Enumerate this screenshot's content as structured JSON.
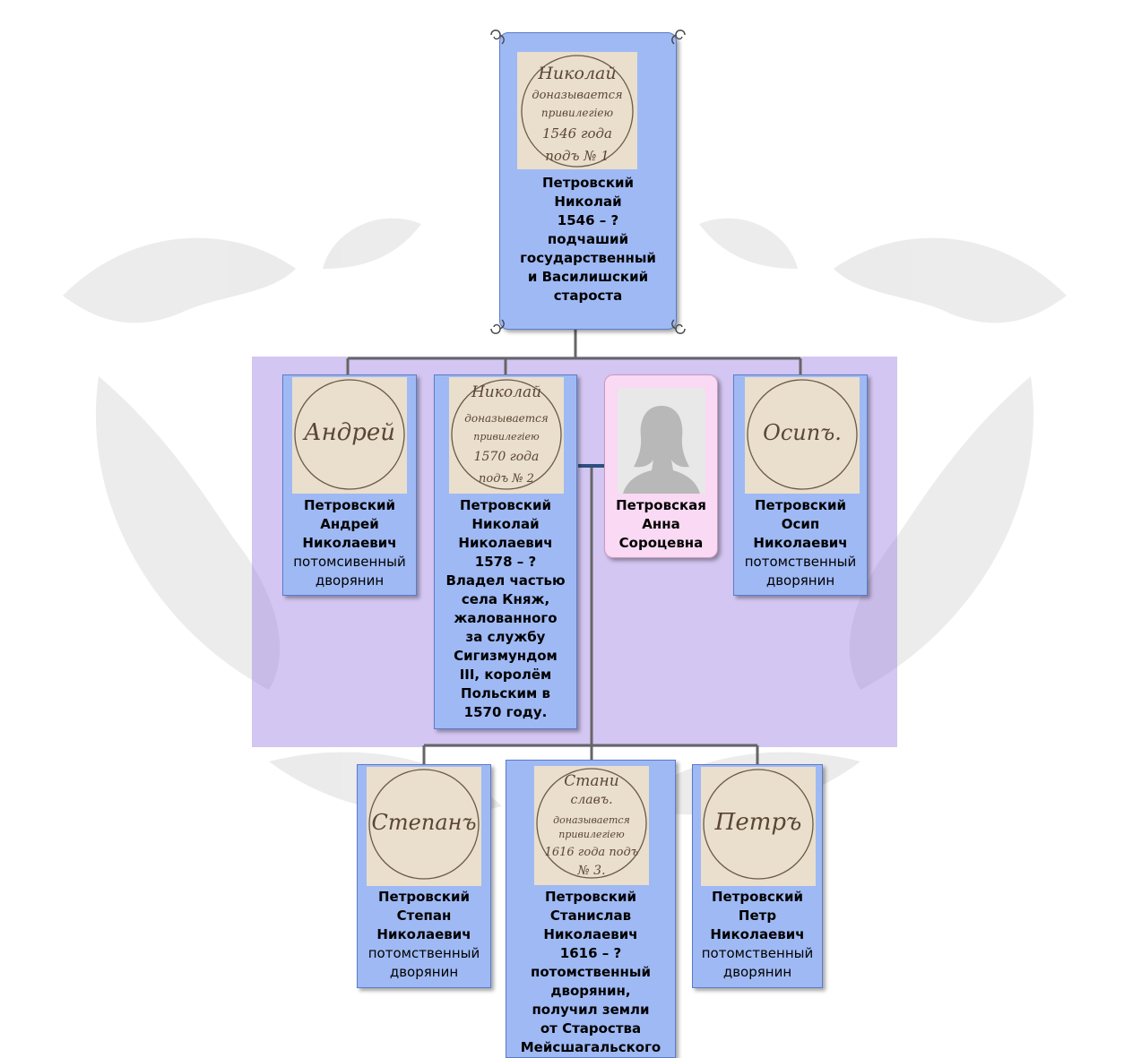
{
  "background": {
    "accent": "#9fb9f4",
    "band": "#a98be6",
    "female": "#f9d9f3",
    "line": "#666666"
  },
  "root": {
    "photo_script": [
      "Николай",
      "доназывается",
      "привилегiею",
      "1546 года",
      "подъ № 1"
    ],
    "lines": [
      "Петровский",
      "Николай",
      "1546 – ?",
      "подчаший",
      "государственный",
      "и Василишский",
      "староста"
    ]
  },
  "children": [
    {
      "photo_script": [
        "Андрей"
      ],
      "bold": [
        "Петровский",
        "Андрей",
        "Николаевич"
      ],
      "normal": [
        "потомсивенный",
        "дворянин"
      ]
    },
    {
      "photo_script": [
        "Николай",
        "доназывается",
        "привилегiею",
        "1570 года",
        "подъ № 2"
      ],
      "bold": [
        "Петровский",
        "Николай",
        "Николаевич",
        "1578 – ?",
        "Владел частью",
        "села Княж,",
        "жалованного",
        "за службу",
        "Сигизмундом",
        "III, королём",
        "Польским в",
        "1570 году."
      ],
      "normal": []
    },
    {
      "photo_script": [],
      "bold": [
        "Петровская",
        "Анна",
        "Сороцевна"
      ],
      "normal": []
    },
    {
      "photo_script": [
        "Осипъ."
      ],
      "bold": [
        "Петровский",
        "Осип",
        "Николаевич"
      ],
      "normal": [
        "потомственный",
        "дворянин"
      ]
    }
  ],
  "grandchildren": [
    {
      "photo_script": [
        "Степанъ"
      ],
      "bold": [
        "Петровский",
        "Степан",
        "Николаевич"
      ],
      "normal": [
        "потомственный",
        "дворянин"
      ]
    },
    {
      "photo_script": [
        "Стани",
        "славъ.",
        "доназывается",
        "привилегiею",
        "1616 года подъ",
        "№ 3."
      ],
      "bold": [
        "Петровский",
        "Станислав",
        "Николаевич",
        "1616 – ?",
        "потомственный",
        "дворянин,",
        "получил земли",
        "от Староства",
        "Мейсшагальского"
      ],
      "normal": []
    },
    {
      "photo_script": [
        "Петръ"
      ],
      "bold": [
        "Петровский",
        "Петр",
        "Николаевич"
      ],
      "normal": [
        "потомственный",
        "дворянин"
      ]
    }
  ]
}
